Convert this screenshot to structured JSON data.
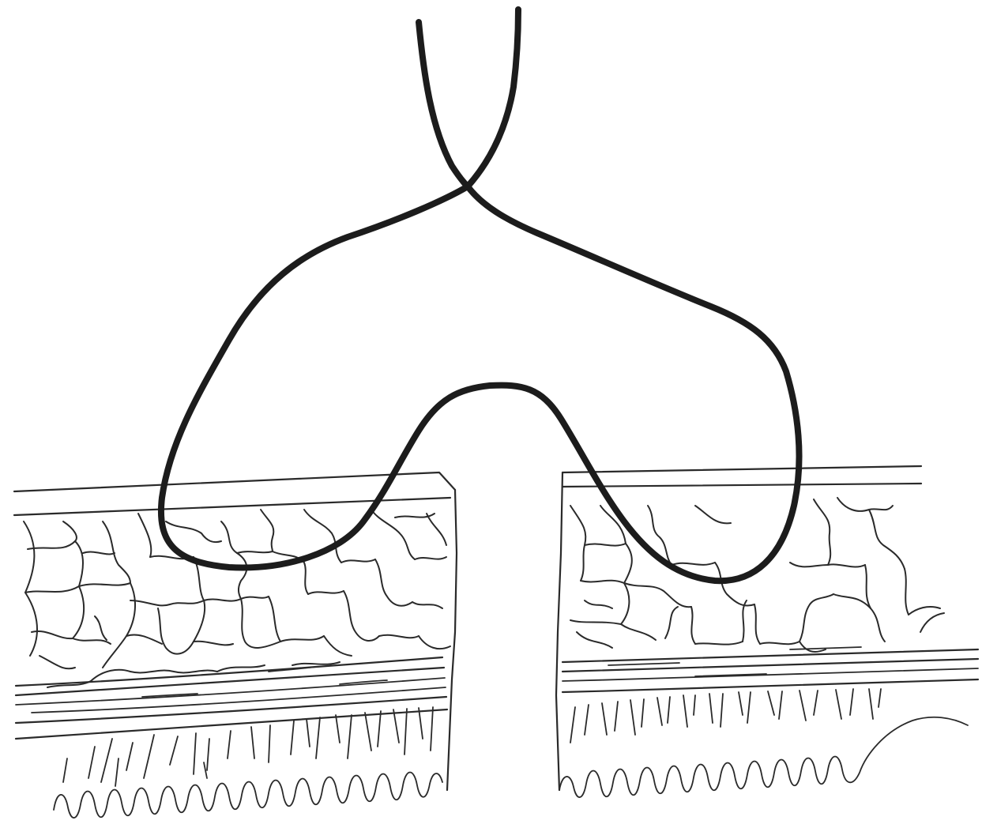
{
  "figure": {
    "title": "",
    "labels": [],
    "colors": {
      "background": "#ffffff",
      "ink": "#1c1c1c",
      "line": "#2a2a2a"
    },
    "layers": [
      "skin",
      "subcutaneous-fat",
      "fascia",
      "muscle",
      "mucosa"
    ],
    "elements": [
      "suture-loop",
      "wound-opening"
    ]
  }
}
